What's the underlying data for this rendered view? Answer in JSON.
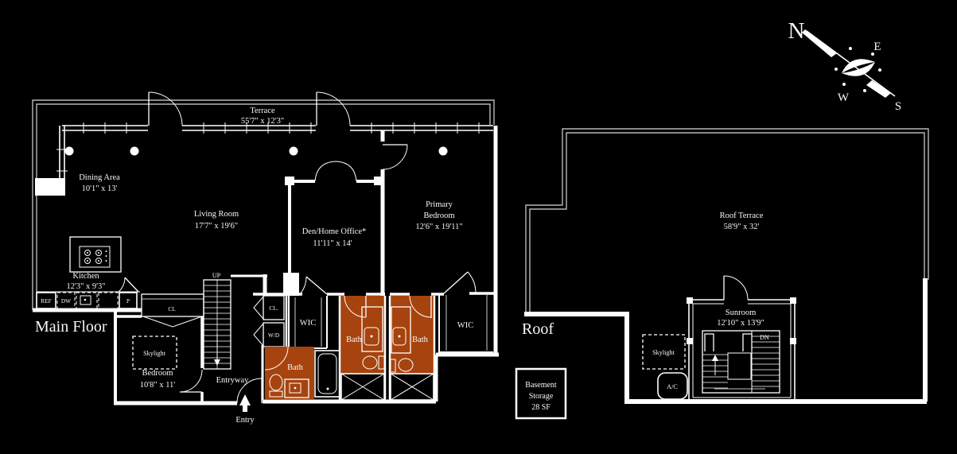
{
  "colors": {
    "background": "#000000",
    "line": "#ffffff",
    "bath_fill": "#a7430e"
  },
  "main_floor": {
    "plan_label": "Main Floor",
    "terrace": {
      "name": "Terrace",
      "dims": "55'7\" x 12'3\""
    },
    "dining_area": {
      "name": "Dining Area",
      "dims": "10'1\" x 13'"
    },
    "living_room": {
      "name": "Living Room",
      "dims": "17'7\" x 19'6\""
    },
    "den": {
      "name": "Den/Home Office*",
      "dims": "11'11\" x 14'"
    },
    "primary_bedroom": {
      "line1": "Primary",
      "line2": "Bedroom",
      "dims": "12'6\" x 19'11\""
    },
    "kitchen": {
      "name": "Kitchen",
      "dims": "12'3\" x 9'3\"",
      "ref_label": "REF",
      "dw_label": "DW",
      "pantry_label": "P"
    },
    "bedroom": {
      "name": "Bedroom",
      "dims": "10'8\" x 11'",
      "skylight_label": "Skylight"
    },
    "entryway_label": "Entryway",
    "entry_label": "Entry",
    "stairs_up_label": "UP",
    "hall_closet_label": "CL",
    "closet2_label": "CL.",
    "washer_dryer_label": "W/D",
    "wic1_label": "WIC",
    "wic2_label": "WIC",
    "bath1_label": "Bath",
    "bath2_label": "Bath",
    "bath3_label": "Bath"
  },
  "roof": {
    "plan_label": "Roof",
    "roof_terrace": {
      "name": "Roof Terrace",
      "dims": "58'9\" x 32'"
    },
    "sunroom": {
      "name": "Sunroom",
      "dims": "12'10\" x 13'9\"",
      "stairs_dn_label": "DN"
    },
    "skylight_label": "Skylight",
    "ac_label": "A/C"
  },
  "basement_storage": {
    "line1": "Basement",
    "line2": "Storage",
    "line3": "28 SF"
  },
  "compass": {
    "north": "N",
    "east": "E",
    "west": "W",
    "south": "S"
  }
}
